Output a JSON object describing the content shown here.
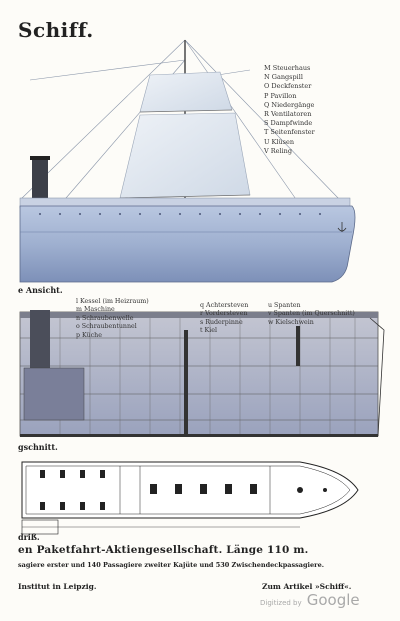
{
  "title": "Schiff.",
  "legend_top": [
    "M  Steuerhaus",
    "N  Gangspill",
    "O  Deckfenster",
    "P  Pavillon",
    "Q  Niedergänge",
    "R  Ventilatoren",
    "S  Dampfwinde",
    "T  Seitenfenster",
    "U  Klüsen",
    "V  Reling"
  ],
  "caption_side_view": "e Ansicht.",
  "legend_mid_col1": [
    "l  Kessel (im Heizraum)",
    "m  Maschine",
    "n  Schraubenwelle",
    "o  Schraubentunnel",
    "p  Küche"
  ],
  "legend_mid_col2": [
    "q  Achtersteven",
    "r  Vordersteven",
    "s  Ruderpinne",
    "t  Kiel"
  ],
  "legend_mid_col3": [
    "u  Spanten",
    "v  Spanten (im Querschnitt)",
    "w  Kielschwein"
  ],
  "caption_section": "gschnitt.",
  "caption_plan": "driß.",
  "main_caption": "en Paketfahrt-Aktiengesellschaft.  Länge 110 m.",
  "sub_caption": "sagiere erster und 140 Passagiere zweiter Kajüte und 530 Zwischendeckpassagiere.",
  "footer_left": "Institut in Leipzig.",
  "footer_right": "Zum Artikel »Schiff«.",
  "watermark_small": "Digitized by",
  "watermark_big": "Google",
  "colors": {
    "hull_blue": "#9fb0d0",
    "hull_dark": "#6b7fa6",
    "sail": "#dfe6ef",
    "section_bg": "#b6b9c8",
    "paper": "#fdfcf8"
  }
}
